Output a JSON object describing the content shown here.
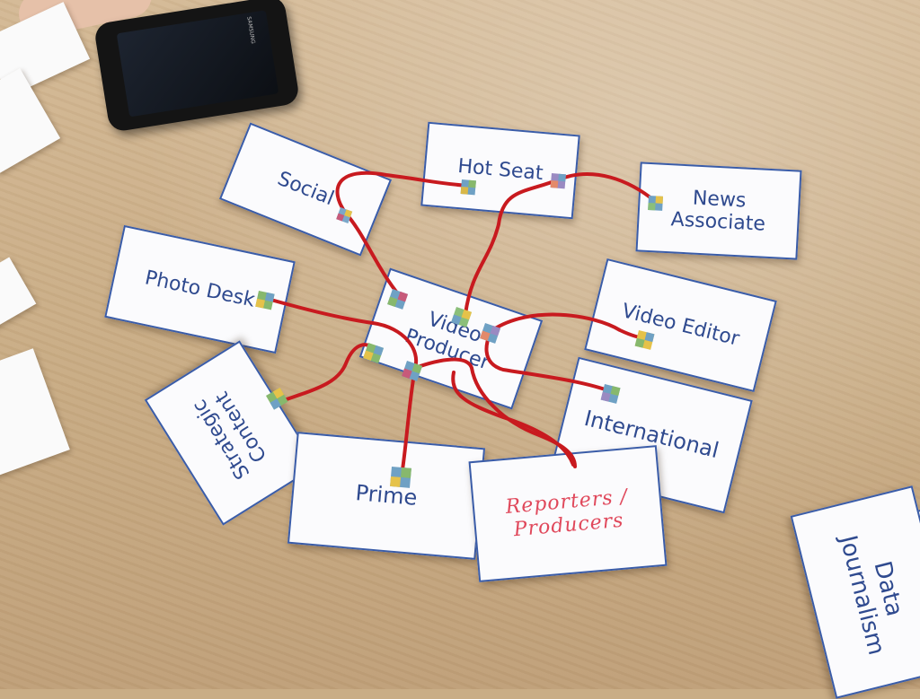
{
  "cards": {
    "social": "Social",
    "hot_seat": "Hot Seat",
    "news_associate": "News\nAssociate",
    "photo_desk": "Photo Desk",
    "video_producer": "Video\nProducer",
    "video_editor": "Video Editor",
    "strategic_content": "Strategic\nContent",
    "international": "International",
    "prime": "Prime",
    "reporters_producers": "Reporters /\nProducers",
    "data_journalism": "Data\nJournalism"
  },
  "phone_brand": "SAMSUNG",
  "colors": {
    "card_text": "#2f4a8f",
    "card_border": "#3a5ca8",
    "yarn": "#c81a1f",
    "handwriting": "#e0485b",
    "table": "#c9ad86"
  }
}
